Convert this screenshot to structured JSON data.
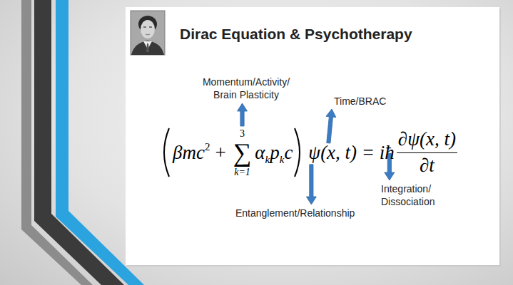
{
  "diagram": {
    "title": "Dirac Equation & Psychotherapy",
    "labels": [
      "Momentum/Activity/ Brain Plasticity",
      "Time/BRAC",
      "Integration/ Dissociation",
      "Entanglement/Relationship",
      "βmc",
      "2",
      "+",
      "3",
      "∑",
      "k=1",
      "α",
      "k",
      "p",
      "k",
      "c",
      "ψ(x, t) = iħ",
      "∂ψ(x, t)",
      "∂t"
    ]
  }
}
